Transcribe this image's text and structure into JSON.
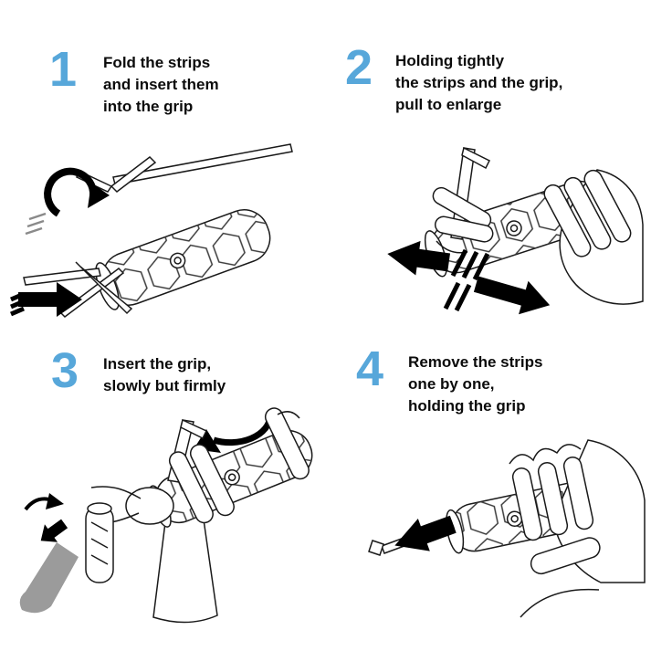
{
  "page": {
    "background": "#ffffff",
    "accent_color": "#57a7da",
    "ink_color": "#0b0b0b",
    "line_color": "#1a1a1a",
    "gray_color": "#9b9b9b"
  },
  "steps": [
    {
      "number": "1",
      "lines": [
        "Fold the strips",
        "and insert them",
        "into the grip"
      ]
    },
    {
      "number": "2",
      "lines": [
        "Holding tightly",
        "the strips and the grip,",
        "pull to enlarge"
      ]
    },
    {
      "number": "3",
      "lines": [
        "Insert the grip,",
        "slowly but firmly"
      ]
    },
    {
      "number": "4",
      "lines": [
        "Remove the strips",
        "one by one,",
        "holding the grip"
      ]
    }
  ],
  "icons": [
    "fold-arrow-icon",
    "insert-arrow-icon",
    "pull-left-arrow-icon",
    "pull-down-right-arrow-icon",
    "rotate-arrow-icon",
    "mini-insert-arrow-icon",
    "remove-arrow-icon"
  ]
}
